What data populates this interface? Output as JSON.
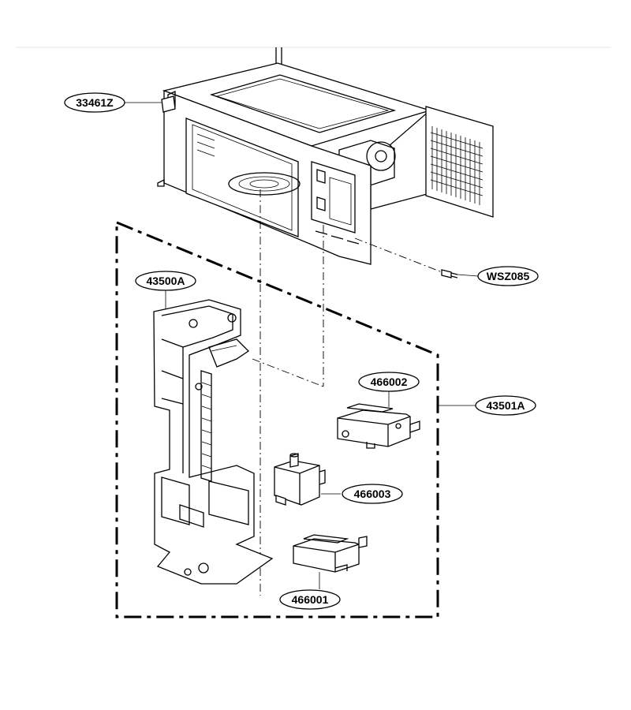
{
  "labels": {
    "p33461Z": "33461Z",
    "pWSZ085": "WSZ085",
    "p43500A": "43500A",
    "p466002": "466002",
    "p43501A": "43501A",
    "p466003": "466003",
    "p466001": "466001"
  }
}
